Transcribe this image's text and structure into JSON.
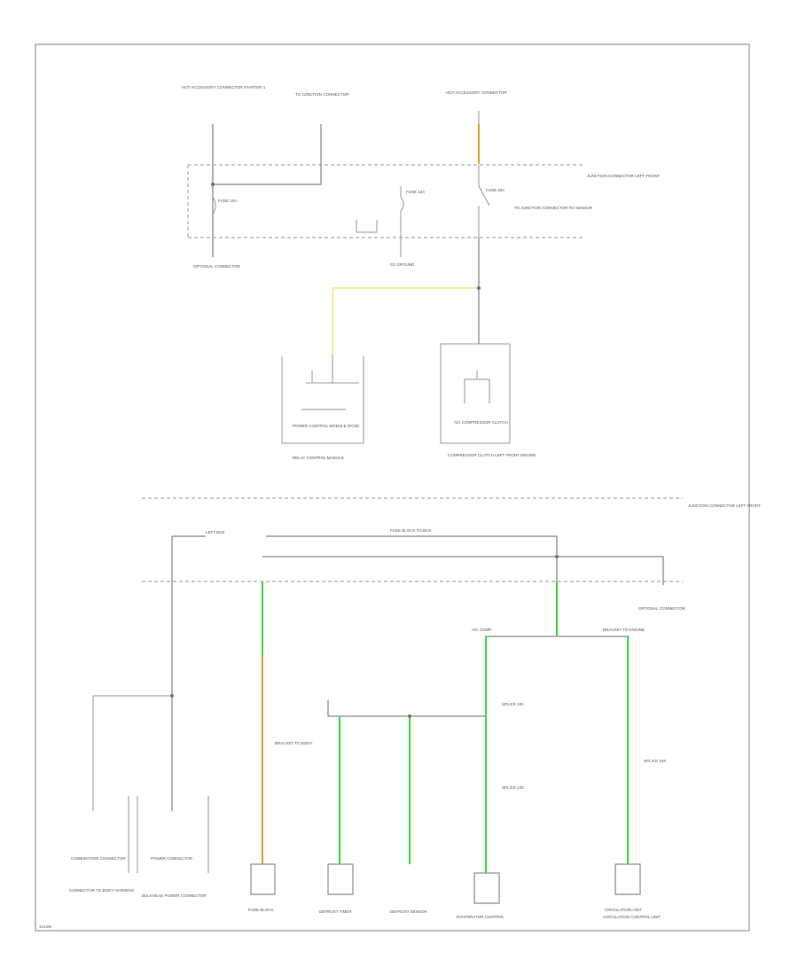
{
  "diagram": {
    "corner_label": "1234W",
    "wire_colors": {
      "green": "#3fd83a",
      "yellow": "#f4ef9a",
      "orange": "#e8a13c",
      "gray": "#8a8a8a"
    },
    "upper_labels": {
      "src_left": "HOT ACCESSORY CONNECTOR STARTER 1",
      "src_mid": "TO JUNCTION CONNECTOR",
      "src_right": "HOT ACCESSORY CONNECTOR",
      "connector_block": "JUNCTION CONNECTOR LEFT FRONT",
      "fuse_left": "FUSE 10A",
      "fuse_mid": "FUSE 15A",
      "fuse_right": "FUSE 20A",
      "relay_note": "TO JUNCTION CONNECTOR TO SENSOR",
      "optional_left": "OPTIONAL CONNECTOR",
      "ground_mid": "G1 GROUND",
      "module_left": "POWER CONTROL MODULE (PCM)",
      "module_left_sub": "RELAY CONTROL MODULE",
      "module_right": "A/C COMPRESSOR CLUTCH",
      "module_right_sub": "COMPRESSOR CLUTCH LEFT FRONT ENGINE"
    },
    "lower_labels": {
      "junction_right": "JUNCTION CONNECTOR LEFT FRONT",
      "left_bus": "LEFT BUS",
      "mid_bus": "FUSE BLOCK TO BUS",
      "optional_right": "OPTIONAL CONNECTOR",
      "branch_a": "A/C COMP",
      "branch_b": "BRACKET TO ENGINE",
      "splice_1": "SPLICE 101",
      "splice_2": "SPLICE 102",
      "splice_3": "SPLICE 103",
      "bracket": "BRACKET TO BODY",
      "comp_1": "COMBINATION CONNECTOR",
      "comp_1_sub": "CONNECTOR TO BODY HARNESS",
      "comp_2": "POWER CONNECTOR",
      "comp_2_sub": "BULKHEAD POWER CONNECTOR",
      "comp_3": "FUSE BLOCK",
      "comp_4": "DEFROST TIMER",
      "comp_5": "DEFROST SENSOR",
      "comp_6": "EVAPORATOR CONTROL",
      "comp_7": "CIRCULATION UNIT",
      "comp_8": "CIRCULATION CONTROL UNIT"
    }
  }
}
